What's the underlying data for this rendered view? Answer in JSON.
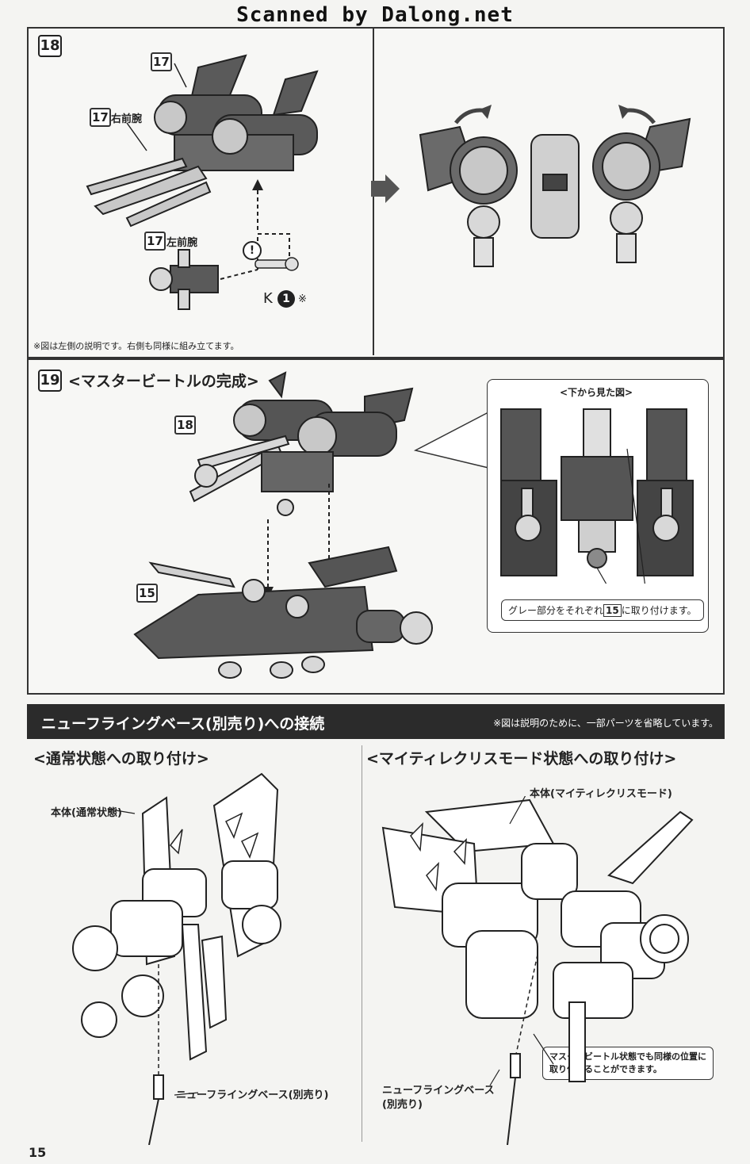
{
  "scan_credit": "Scanned by Dalong.net",
  "step18": {
    "step_number": "18",
    "part_top": "17",
    "part_right_arm": "17",
    "right_arm_label": "右前腕",
    "part_left_arm": "17",
    "left_arm_label": "左前腕",
    "parts_code_letter": "K",
    "parts_code_number": "1",
    "parts_code_mark": "※",
    "caution_mark": "!",
    "note": "※図は左側の説明です。右側も同様に組み立てます。"
  },
  "step19": {
    "step_number": "19",
    "title": "<マスタービートルの完成>",
    "part_18": "18",
    "part_15": "15",
    "bottom_view_title": "<下から見た図>",
    "callout_text_before": "グレー部分をそれぞれ",
    "callout_part": "15",
    "callout_text_after": "に取り付けます。"
  },
  "connection": {
    "banner_title": "ニューフライングベース(別売り)への接続",
    "banner_note": "※図は説明のために、一部パーツを省略しています。",
    "normal_heading": "<通常状態への取り付け>",
    "normal_body_label": "本体(通常状態)",
    "normal_base_label": "ニューフライングベース(別売り)",
    "mighty_heading": "<マイティレクリスモード状態への取り付け>",
    "mighty_body_label": "本体(マイティレクリスモード)",
    "mighty_note_line1": "マスタービートル状態でも同様の位置に",
    "mighty_note_line2": "取り付けることができます。",
    "mighty_base_label_line1": "ニューフライングベース",
    "mighty_base_label_line2": "(別売り)"
  },
  "page_number": "15",
  "colors": {
    "ink": "#222222",
    "banner": "#2b2b2b",
    "paper": "#f4f4f2",
    "gray_part": "#8a8a8a"
  }
}
